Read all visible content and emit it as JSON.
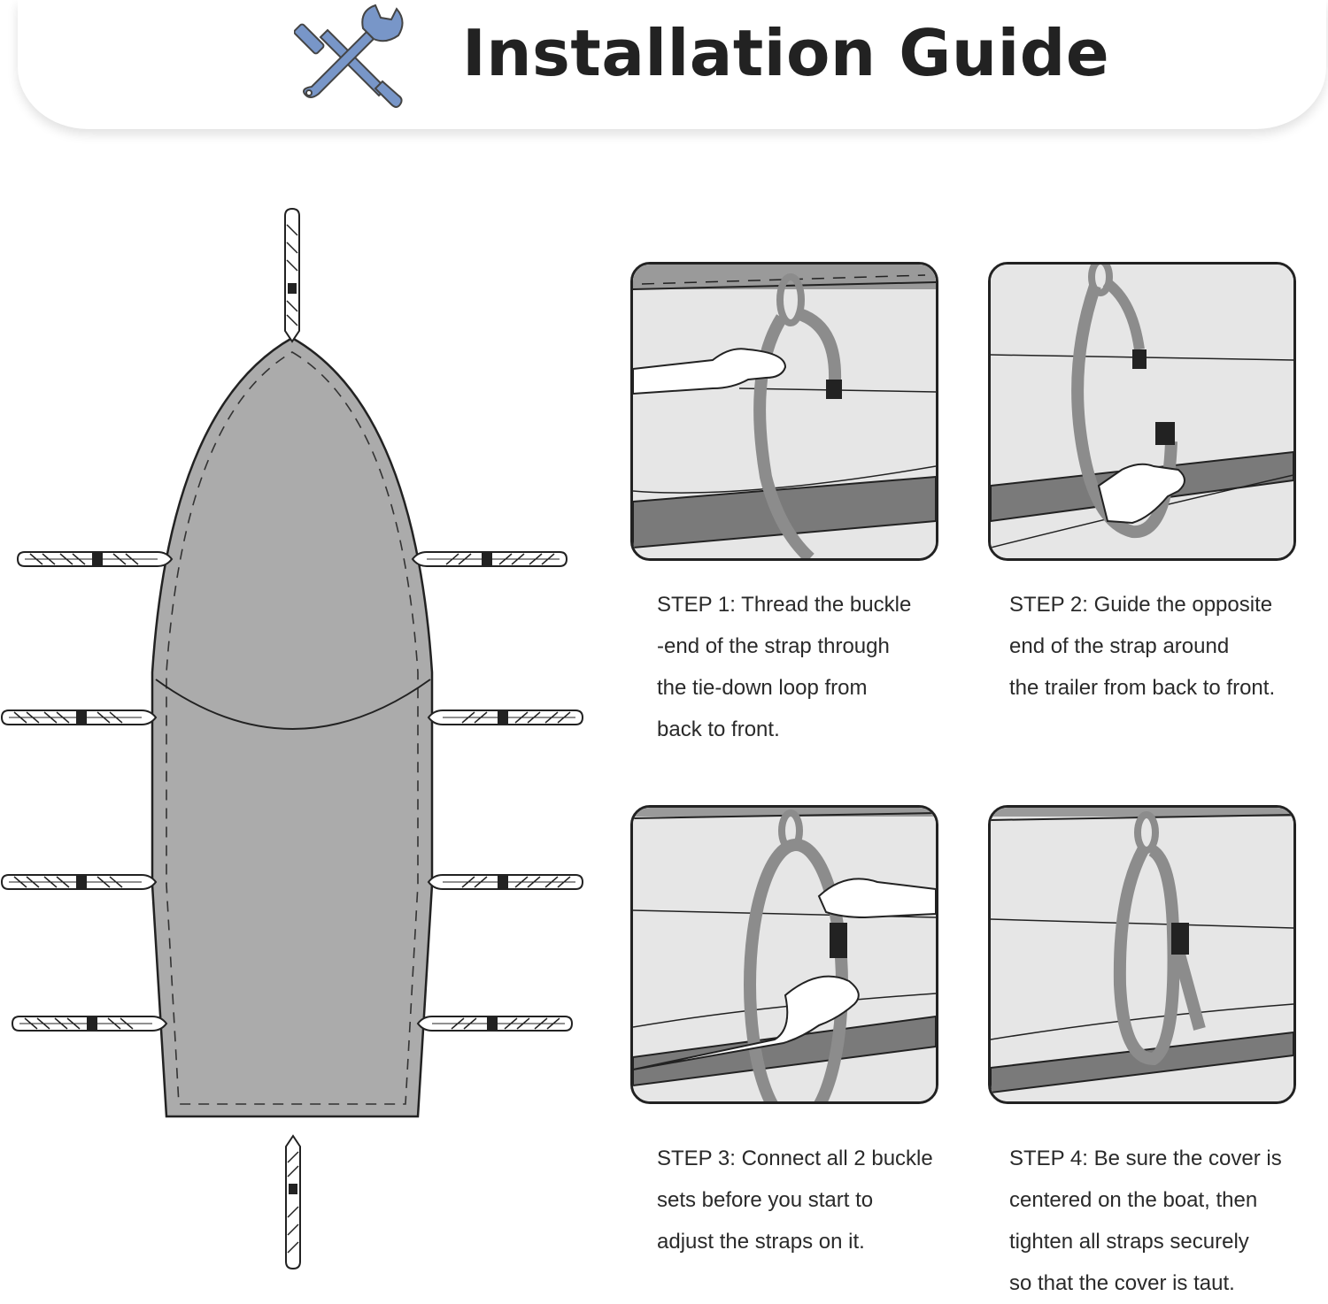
{
  "header": {
    "title": "Installation Guide",
    "icon": "wrench-screwdriver-icon",
    "icon_color": "#7896c8"
  },
  "colors": {
    "cover_fill": "#ababab",
    "strap_gray": "#8c8c8c",
    "outline": "#222222",
    "panel_bg": "#e6e6e6"
  },
  "steps": [
    {
      "lines": [
        "STEP 1: Thread the buckle",
        "-end of the strap through",
        "the tie-down loop from",
        "back to front."
      ]
    },
    {
      "lines": [
        "STEP 2: Guide the opposite",
        "end of the strap around",
        "the trailer from back to front."
      ]
    },
    {
      "lines": [
        "STEP 3: Connect all 2 buckle",
        "sets before you start to",
        "adjust the straps on it."
      ]
    },
    {
      "lines": [
        "STEP 4: Be sure the cover is",
        "centered on the boat, then",
        "tighten all straps securely",
        "so that the cover is taut."
      ]
    }
  ]
}
